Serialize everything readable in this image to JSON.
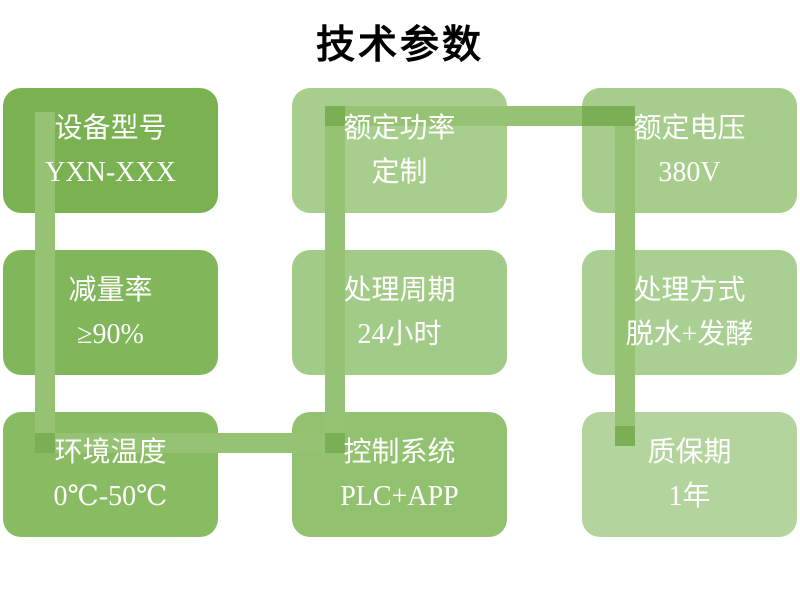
{
  "title": "技术参数",
  "connector": {
    "color": "#96C273",
    "joint_color": "#7BAF55"
  },
  "text_color": "#FFFFFF",
  "title_color": "#000000",
  "boxes": [
    {
      "name": "device-model",
      "label": "设备型号",
      "value": "YXN-XXX",
      "color": "#7AB252"
    },
    {
      "name": "rated-power",
      "label": "额定功率",
      "value": "定制",
      "color": "#A8CE8E"
    },
    {
      "name": "rated-voltage",
      "label": "额定电压",
      "value": "380V",
      "color": "#A6CD8B"
    },
    {
      "name": "reduction-rate",
      "label": "减量率",
      "value": "≥90%",
      "color": "#81B75A"
    },
    {
      "name": "processing-cycle",
      "label": "处理周期",
      "value": "24小时",
      "color": "#A3CB88"
    },
    {
      "name": "processing-method",
      "label": "处理方式",
      "value": "脱水+发酵",
      "color": "#AACF92"
    },
    {
      "name": "ambient-temperature",
      "label": "环境温度",
      "value": "0℃-50℃",
      "color": "#88BB62"
    },
    {
      "name": "control-system",
      "label": "控制系统",
      "value": "PLC+APP",
      "color": "#92C170"
    },
    {
      "name": "warranty-period",
      "label": "质保期",
      "value": "1年",
      "color": "#B4D49D"
    }
  ]
}
